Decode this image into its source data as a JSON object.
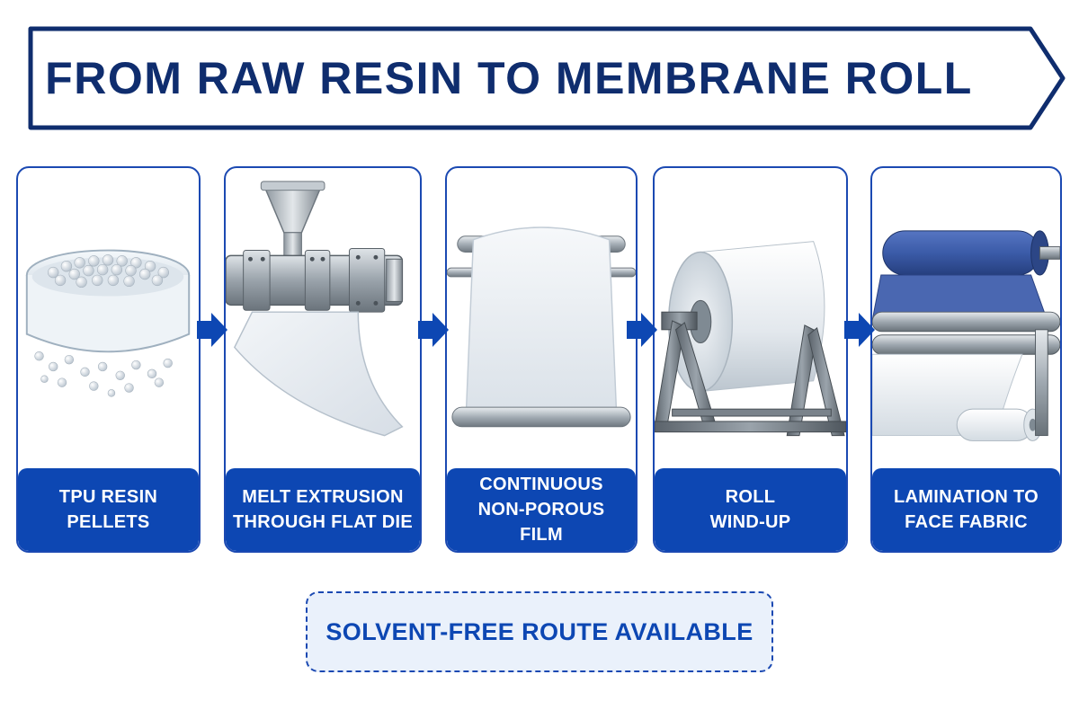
{
  "title": "FROM RAW RESIN TO MEMBRANE ROLL",
  "steps": [
    {
      "label": "TPU RESIN\nPELLETS",
      "icon": "resin-pellets-dish-icon"
    },
    {
      "label": "MELT EXTRUSION\nTHROUGH FLAT DIE",
      "icon": "extruder-machine-icon"
    },
    {
      "label": "CONTINUOUS\nNON-POROUS FILM",
      "icon": "film-sheet-rollers-icon"
    },
    {
      "label": "ROLL\nWIND-UP",
      "icon": "film-roll-stand-icon"
    },
    {
      "label": "LAMINATION TO\nFACE FABRIC",
      "icon": "lamination-rollers-icon"
    }
  ],
  "note": "SOLVENT-FREE ROUTE AVAILABLE",
  "colors": {
    "navy": "#0f2d6e",
    "brand_blue": "#0d47b3",
    "note_background": "#eaf1fb",
    "fabric_blue": "#3b5ba8"
  }
}
